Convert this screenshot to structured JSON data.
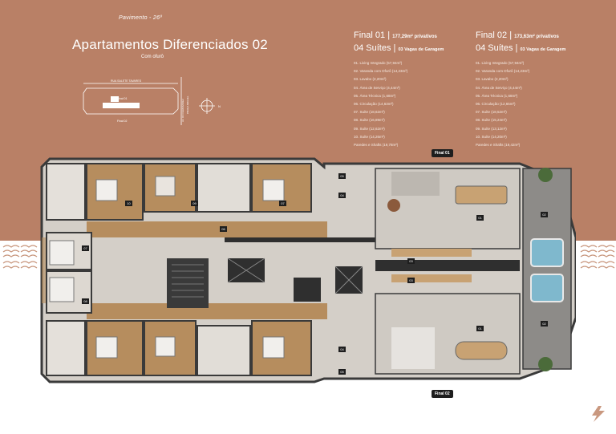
{
  "header": {
    "floor": "Pavimento - 26º",
    "title": "Apartamentos Diferenciados 02",
    "subtitle": "Com ofurô"
  },
  "minimap": {
    "street_top": "RUA SALETE TAVARES",
    "street_right": "AV. DO FERNANDEZ",
    "street_far_right": "PRAÇA MIGUEL",
    "label_final01": "Final 01",
    "label_final02": "Final 02",
    "compass_letter": "N"
  },
  "units": [
    {
      "final": "Final 01",
      "area": "177,29m² privativos",
      "suites": "04 Suítes",
      "parking": "03 Vagas de Garagem",
      "rooms": [
        "01. Living Integrado (57,94m²)",
        "02. Varanda com Ofurô (14,23m²)",
        "03. Lavabo (2,20m²)",
        "04. Área de Serviço (4,44m²)",
        "05. Área Técnica (1,68m²)",
        "06. Circulação (14,63m²)",
        "07. Suíte (18,62m²)",
        "08. Suíte (16,89m²)",
        "09. Suíte (12,62m²)",
        "10. Suíte (14,26m²)",
        "Paredes e Shafts (19,78m²)"
      ]
    },
    {
      "final": "Final 02",
      "area": "173,63m² privativos",
      "suites": "04 Suítes",
      "parking": "03 Vagas de Garagem",
      "rooms": [
        "01. Living Integrado (57,94m²)",
        "02. Varanda com Ofurô (14,23m²)",
        "03. Lavabo (2,20m²)",
        "04. Área de Serviço (4,44m²)",
        "05. Área Técnica (1,68m²)",
        "06. Circulação (12,65m²)",
        "07. Suíte (18,52m²)",
        "08. Suíte (15,24m²)",
        "09. Suíte (13,12m²)",
        "10. Suíte (14,20m²)",
        "Paredes e Shafts (19,42m²)"
      ]
    }
  ],
  "plan_tags": {
    "final01": "Final 01",
    "final02": "Final 02"
  },
  "room_markers": [
    "01",
    "02",
    "03",
    "04",
    "05",
    "06",
    "07",
    "08",
    "09",
    "10"
  ],
  "colors": {
    "band": "#b98066",
    "wood": "#b68d5e",
    "wall": "#3a3a3a",
    "floor": "#d8d4ce"
  }
}
